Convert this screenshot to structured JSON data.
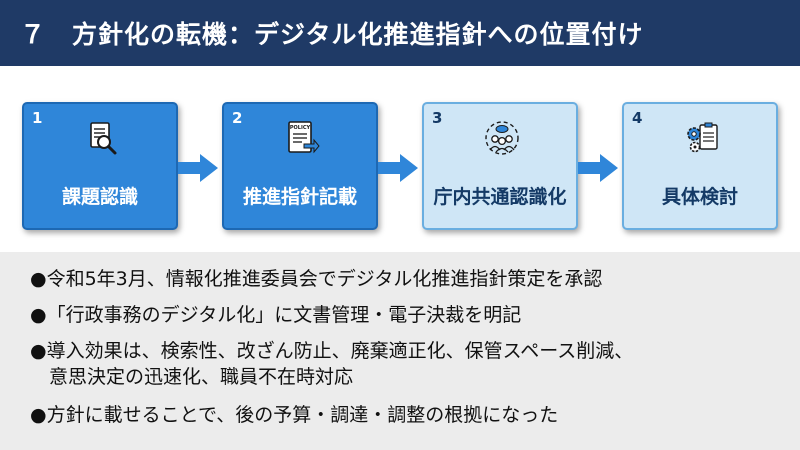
{
  "header": {
    "title": "７　方針化の転機：デジタル化推進指針への位置付け"
  },
  "steps": [
    {
      "num": "1",
      "label": "課題認識",
      "icon": "document-magnifier-icon"
    },
    {
      "num": "2",
      "label": "推進指針記載",
      "icon": "policy-document-icon",
      "icon_text": "POLICY"
    },
    {
      "num": "3",
      "label": "庁内共通認識化",
      "icon": "team-discussion-icon"
    },
    {
      "num": "4",
      "label": "具体検討",
      "icon": "gears-clipboard-icon"
    }
  ],
  "bullets": [
    "●令和5年3月、情報化推進委員会でデジタル化推進指針策定を承認",
    "●「行政事務のデジタル化」に文書管理・電子決裁を明記",
    "●導入効果は、検索性、改ざん防止、廃棄適正化、保管スペース削減、",
    "　意思決定の迅速化、職員不在時対応",
    "●方針に載せることで、後の予算・調達・調整の根拠になった"
  ],
  "colors": {
    "header_bg": "#1f3a66",
    "step_dark": "#2f86d9",
    "step_light": "#cfe6f6",
    "bullet_bg": "#ececec"
  }
}
